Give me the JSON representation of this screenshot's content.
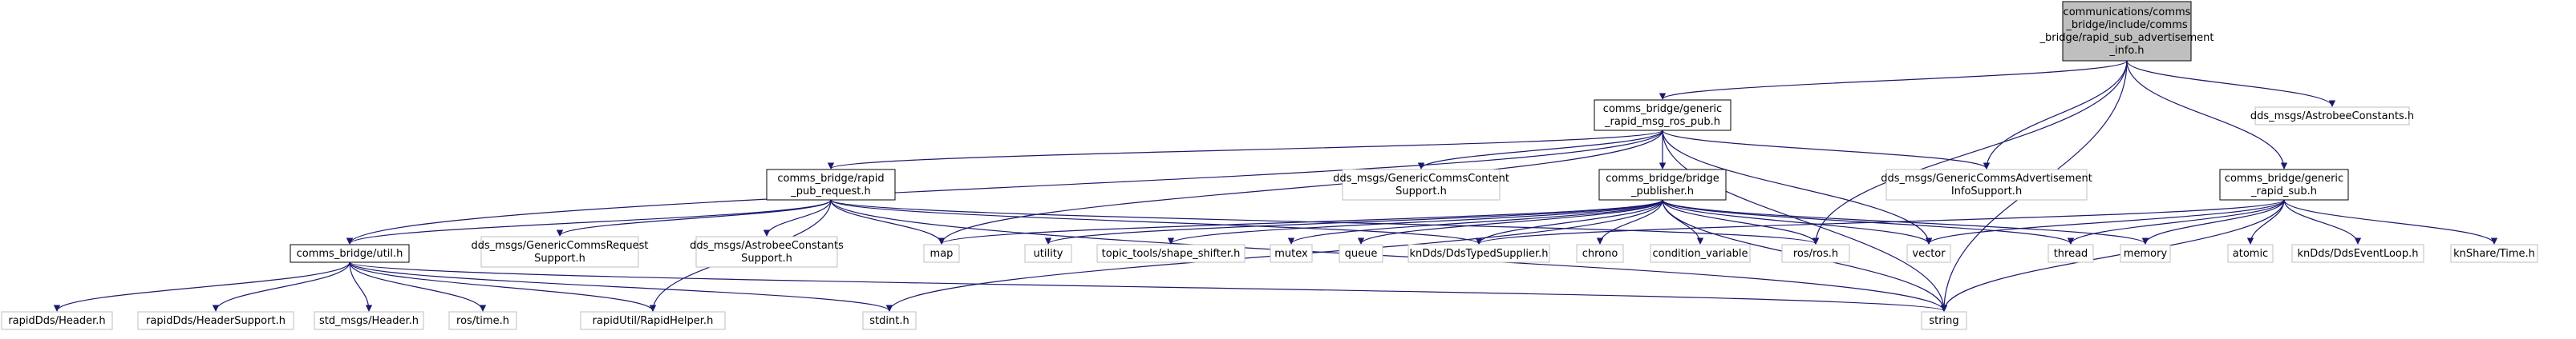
{
  "graph": {
    "kind": "include-dependency-graph",
    "colors": {
      "edge": "#191970",
      "root_fill": "#bfbfbf",
      "internal_border": "#000000",
      "external_border": "#bfbfbf",
      "background": "#ffffff"
    },
    "nodes": [
      {
        "id": "root",
        "type": "root",
        "lines": [
          "communications/comms",
          "_bridge/include/comms",
          "_bridge/rapid_sub_advertisement",
          "_info.h"
        ]
      },
      {
        "id": "generic_pub",
        "type": "internal",
        "lines": [
          "comms_bridge/generic",
          "_rapid_msg_ros_pub.h"
        ]
      },
      {
        "id": "astrobee_top",
        "type": "external",
        "lines": [
          "dds_msgs/AstrobeeConstants.h"
        ]
      },
      {
        "id": "rapid_pub_req",
        "type": "internal",
        "lines": [
          "comms_bridge/rapid",
          "_pub_request.h"
        ]
      },
      {
        "id": "content_support",
        "type": "external",
        "lines": [
          "dds_msgs/GenericCommsContent",
          "Support.h"
        ]
      },
      {
        "id": "bridge_pub",
        "type": "internal",
        "lines": [
          "comms_bridge/bridge",
          "_publisher.h"
        ]
      },
      {
        "id": "adv_info_support",
        "type": "external",
        "lines": [
          "dds_msgs/GenericCommsAdvertisement",
          "InfoSupport.h"
        ]
      },
      {
        "id": "generic_sub",
        "type": "internal",
        "lines": [
          "comms_bridge/generic",
          "_rapid_sub.h"
        ]
      },
      {
        "id": "util",
        "type": "internal",
        "lines": [
          "comms_bridge/util.h"
        ]
      },
      {
        "id": "request_support",
        "type": "external",
        "lines": [
          "dds_msgs/GenericCommsRequest",
          "Support.h"
        ]
      },
      {
        "id": "astro_support",
        "type": "external",
        "lines": [
          "dds_msgs/AstrobeeConstants",
          "Support.h"
        ]
      },
      {
        "id": "map",
        "type": "external",
        "lines": [
          "map"
        ]
      },
      {
        "id": "utility",
        "type": "external",
        "lines": [
          "utility"
        ]
      },
      {
        "id": "shape_shifter",
        "type": "external",
        "lines": [
          "topic_tools/shape_shifter.h"
        ]
      },
      {
        "id": "mutex",
        "type": "external",
        "lines": [
          "mutex"
        ]
      },
      {
        "id": "queue",
        "type": "external",
        "lines": [
          "queue"
        ]
      },
      {
        "id": "dds_typed",
        "type": "external",
        "lines": [
          "knDds/DdsTypedSupplier.h"
        ]
      },
      {
        "id": "chrono",
        "type": "external",
        "lines": [
          "chrono"
        ]
      },
      {
        "id": "cond_var",
        "type": "external",
        "lines": [
          "condition_variable"
        ]
      },
      {
        "id": "ros_h",
        "type": "external",
        "lines": [
          "ros/ros.h"
        ]
      },
      {
        "id": "vector",
        "type": "external",
        "lines": [
          "vector"
        ]
      },
      {
        "id": "thread",
        "type": "external",
        "lines": [
          "thread"
        ]
      },
      {
        "id": "memory",
        "type": "external",
        "lines": [
          "memory"
        ]
      },
      {
        "id": "atomic",
        "type": "external",
        "lines": [
          "atomic"
        ]
      },
      {
        "id": "event_loop",
        "type": "external",
        "lines": [
          "knDds/DdsEventLoop.h"
        ]
      },
      {
        "id": "knshare_time",
        "type": "external",
        "lines": [
          "knShare/Time.h"
        ]
      },
      {
        "id": "rapid_header",
        "type": "external",
        "lines": [
          "rapidDds/Header.h"
        ]
      },
      {
        "id": "rapid_header_support",
        "type": "external",
        "lines": [
          "rapidDds/HeaderSupport.h"
        ]
      },
      {
        "id": "std_header",
        "type": "external",
        "lines": [
          "std_msgs/Header.h"
        ]
      },
      {
        "id": "ros_time",
        "type": "external",
        "lines": [
          "ros/time.h"
        ]
      },
      {
        "id": "rapid_helper",
        "type": "external",
        "lines": [
          "rapidUtil/RapidHelper.h"
        ]
      },
      {
        "id": "stdint",
        "type": "external",
        "lines": [
          "stdint.h"
        ]
      },
      {
        "id": "string",
        "type": "external",
        "lines": [
          "string"
        ]
      }
    ],
    "edges": [
      [
        "root",
        "generic_pub"
      ],
      [
        "root",
        "adv_info_support"
      ],
      [
        "root",
        "generic_sub"
      ],
      [
        "root",
        "astrobee_top"
      ],
      [
        "root",
        "string"
      ],
      [
        "root",
        "ros_h"
      ],
      [
        "generic_pub",
        "rapid_pub_req"
      ],
      [
        "generic_pub",
        "bridge_pub"
      ],
      [
        "generic_pub",
        "content_support"
      ],
      [
        "generic_pub",
        "adv_info_support"
      ],
      [
        "generic_pub",
        "util"
      ],
      [
        "generic_pub",
        "vector"
      ],
      [
        "generic_pub",
        "string"
      ],
      [
        "generic_pub",
        "map"
      ],
      [
        "rapid_pub_req",
        "util"
      ],
      [
        "rapid_pub_req",
        "request_support"
      ],
      [
        "rapid_pub_req",
        "astro_support"
      ],
      [
        "rapid_pub_req",
        "rapid_helper"
      ],
      [
        "rapid_pub_req",
        "ros_h"
      ],
      [
        "rapid_pub_req",
        "dds_typed"
      ],
      [
        "rapid_pub_req",
        "string"
      ],
      [
        "rapid_pub_req",
        "map"
      ],
      [
        "bridge_pub",
        "map"
      ],
      [
        "bridge_pub",
        "utility"
      ],
      [
        "bridge_pub",
        "shape_shifter"
      ],
      [
        "bridge_pub",
        "mutex"
      ],
      [
        "bridge_pub",
        "queue"
      ],
      [
        "bridge_pub",
        "dds_typed"
      ],
      [
        "bridge_pub",
        "chrono"
      ],
      [
        "bridge_pub",
        "cond_var"
      ],
      [
        "bridge_pub",
        "ros_h"
      ],
      [
        "bridge_pub",
        "vector"
      ],
      [
        "bridge_pub",
        "thread"
      ],
      [
        "bridge_pub",
        "memory"
      ],
      [
        "bridge_pub",
        "string"
      ],
      [
        "bridge_pub",
        "stdint"
      ],
      [
        "generic_sub",
        "dds_typed"
      ],
      [
        "generic_sub",
        "thread"
      ],
      [
        "generic_sub",
        "memory"
      ],
      [
        "generic_sub",
        "atomic"
      ],
      [
        "generic_sub",
        "event_loop"
      ],
      [
        "generic_sub",
        "knshare_time"
      ],
      [
        "generic_sub",
        "string"
      ],
      [
        "generic_sub",
        "vector"
      ],
      [
        "util",
        "rapid_header"
      ],
      [
        "util",
        "rapid_header_support"
      ],
      [
        "util",
        "std_header"
      ],
      [
        "util",
        "ros_time"
      ],
      [
        "util",
        "rapid_helper"
      ],
      [
        "util",
        "stdint"
      ],
      [
        "util",
        "string"
      ]
    ]
  }
}
